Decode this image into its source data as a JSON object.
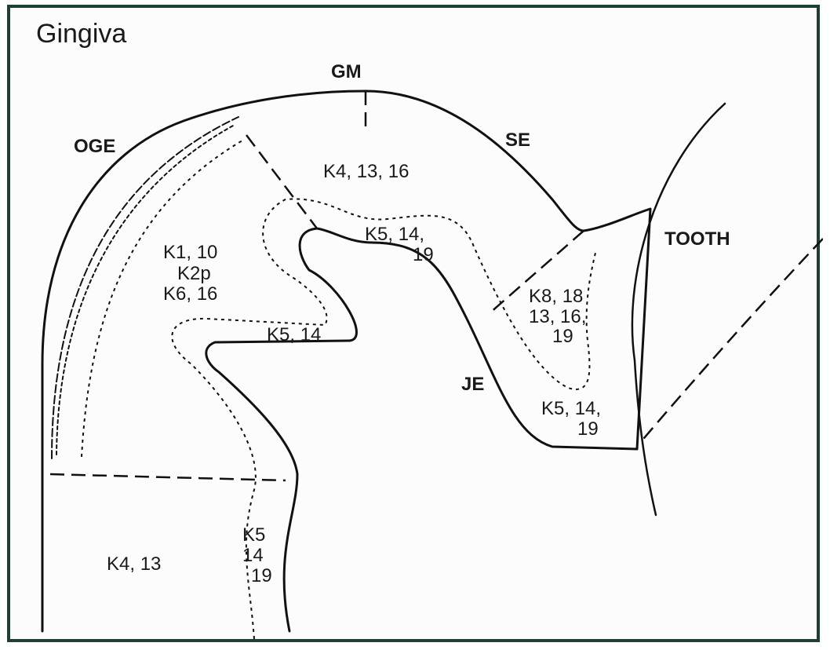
{
  "title": "Gingiva",
  "regions": {
    "gm": "GM",
    "oge": "OGE",
    "se": "SE",
    "tooth": "TOOTH",
    "je": "JE"
  },
  "keratins": {
    "top": "K4, 13, 16",
    "mid_top": [
      "K5, 14,",
      "19"
    ],
    "left": [
      "K1, 10",
      "K2p",
      "K6, 16"
    ],
    "mid_left": "K5, 14",
    "right_inner": [
      "K8, 18",
      "13, 16,",
      "19"
    ],
    "right_bottom": [
      "K5, 14,",
      "19"
    ],
    "bottom_left": "K4, 13",
    "bottom_mid": [
      "K5",
      "14",
      "19"
    ]
  }
}
